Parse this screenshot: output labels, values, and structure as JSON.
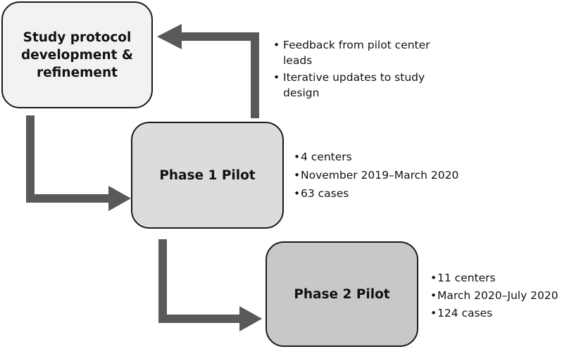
{
  "boxes": {
    "protocol": {
      "title": "Study protocol development & refinement"
    },
    "phase1": {
      "title": "Phase 1 Pilot"
    },
    "phase2": {
      "title": "Phase 2 Pilot"
    }
  },
  "notes": {
    "protocol": [
      "Feedback from pilot center leads",
      "Iterative updates to study design"
    ],
    "phase1": [
      "4 centers",
      "November 2019–March 2020",
      "63 cases"
    ],
    "phase2": [
      "11 centers",
      "March 2020–July 2020",
      "124 cases"
    ]
  },
  "colors": {
    "arrow": "#595959",
    "protocol_fill": "#f2f2f2",
    "phase1_fill": "#dcdcdc",
    "phase2_fill": "#c8c8c8"
  },
  "bullet_glyph": "•"
}
